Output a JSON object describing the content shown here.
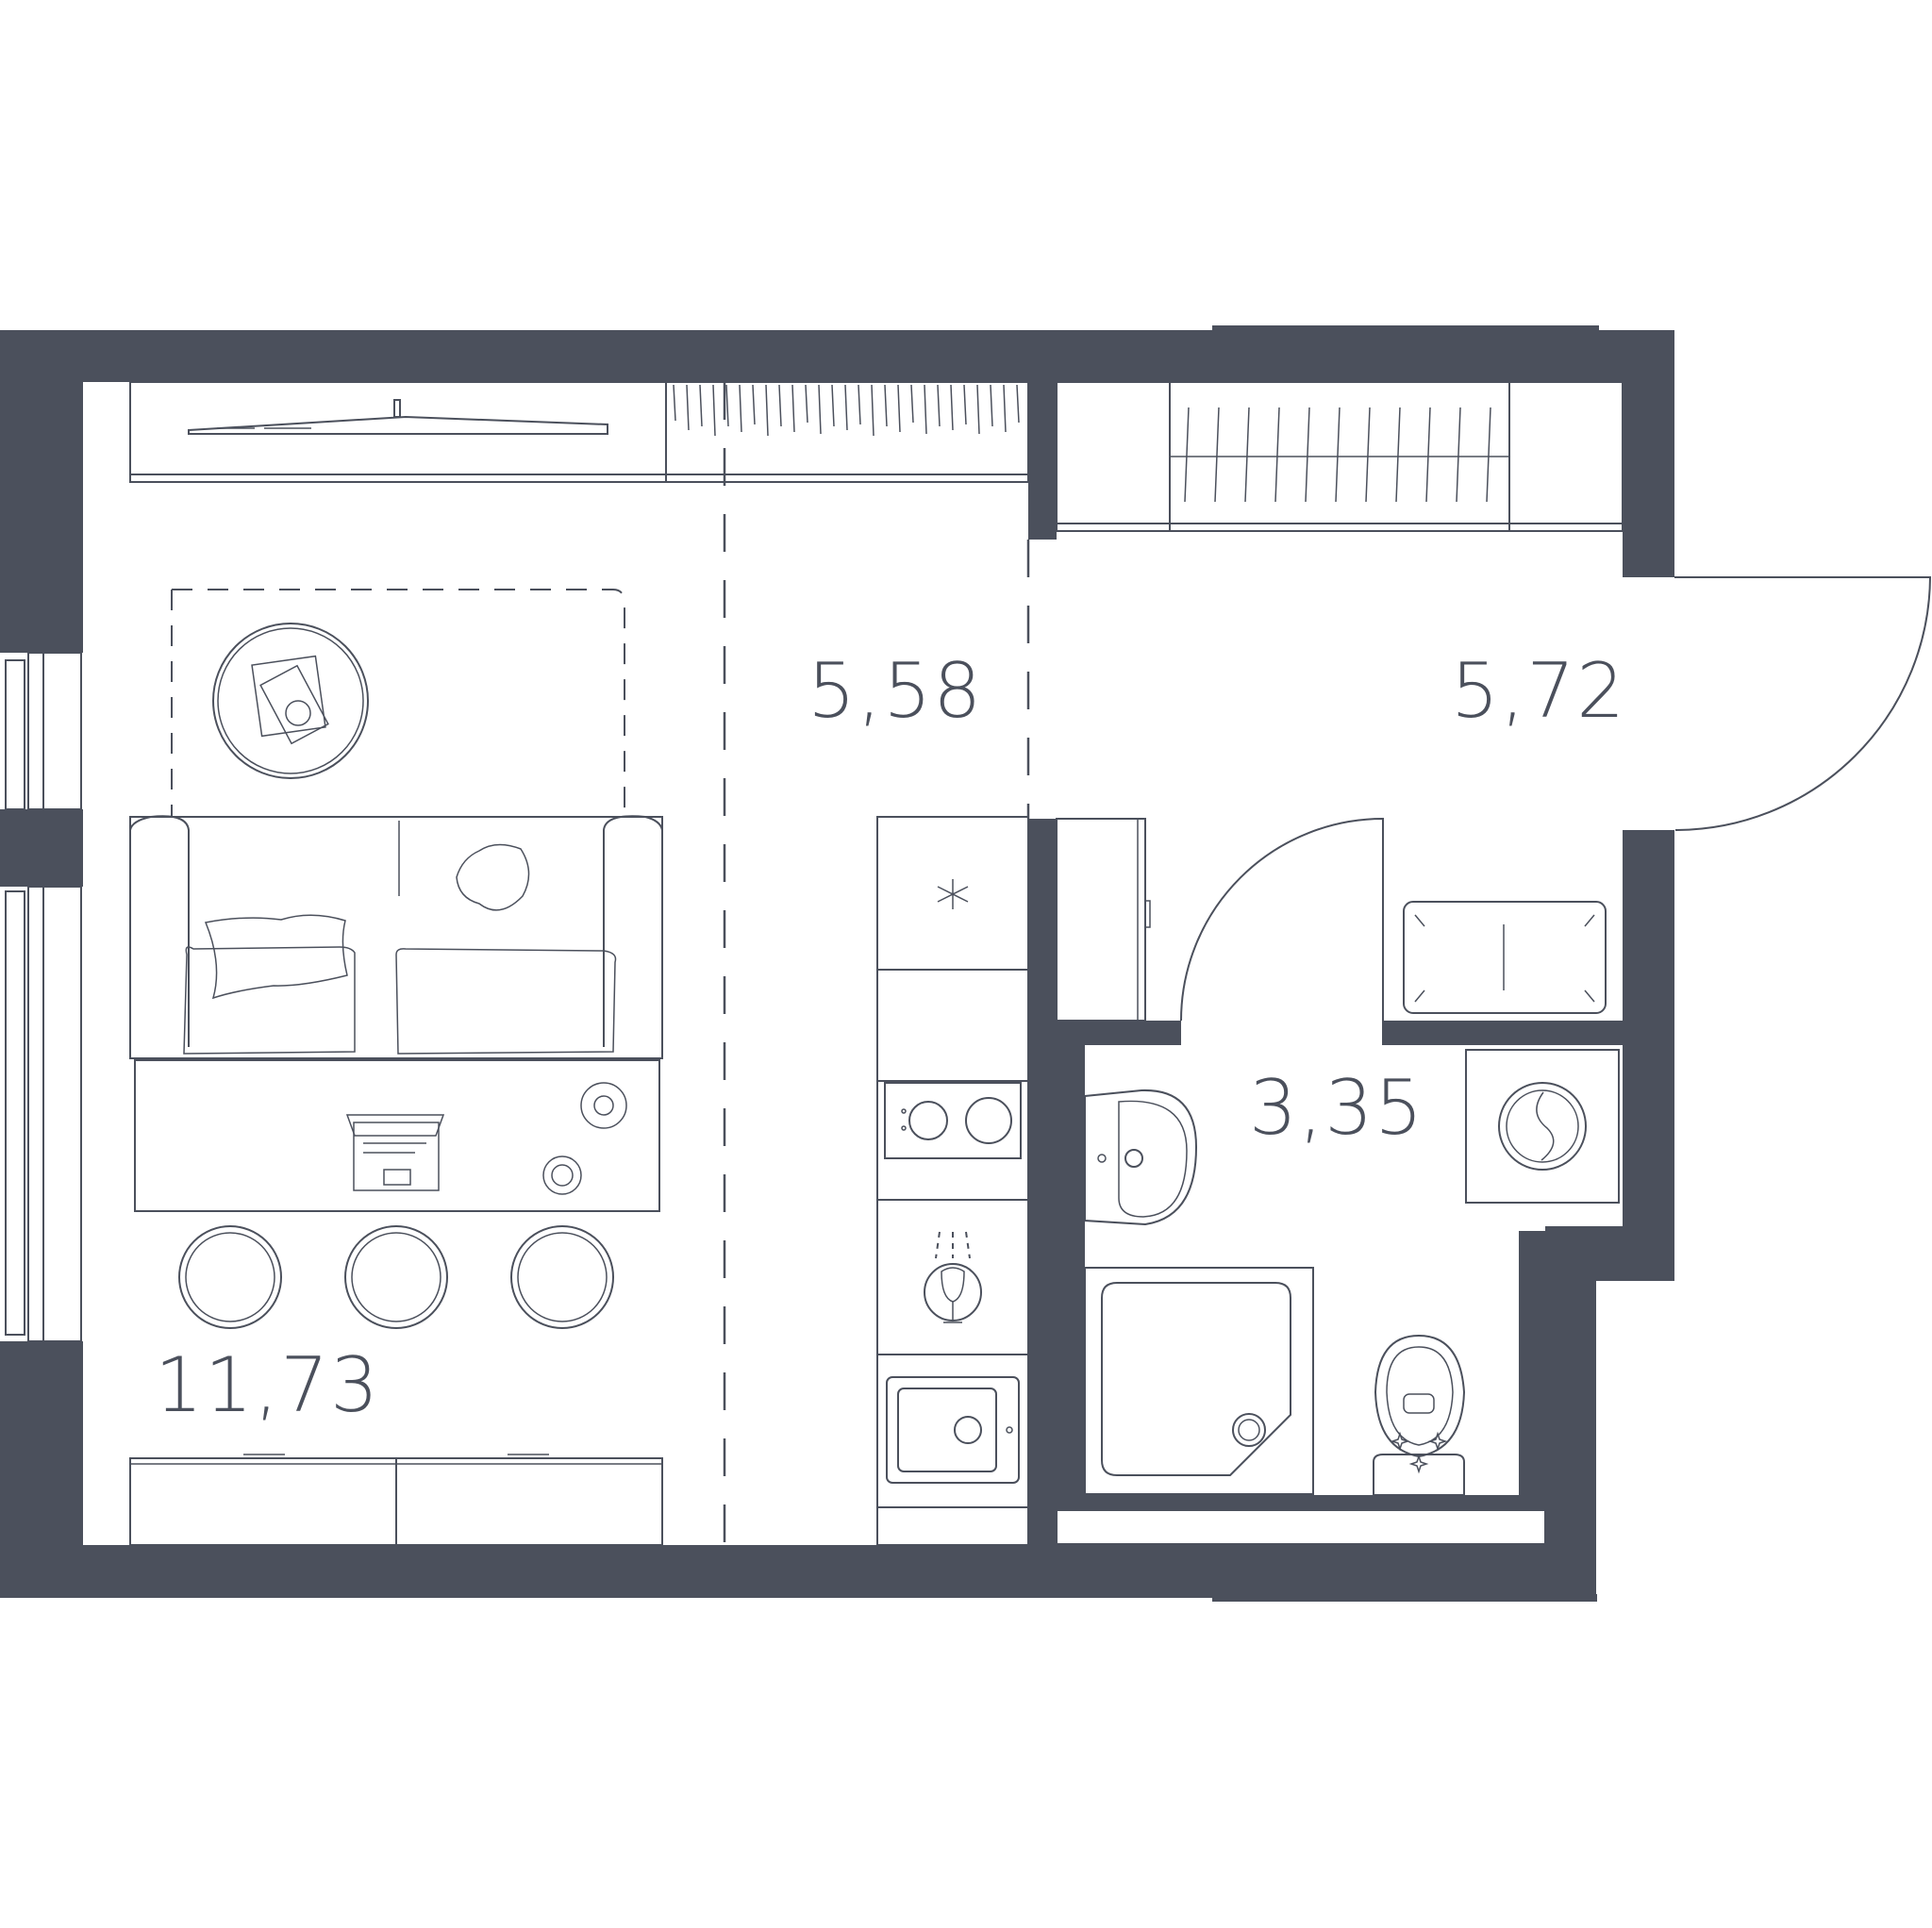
{
  "plan": {
    "colors": {
      "wall": "#4b505c",
      "background": "#ffffff"
    },
    "rooms": [
      {
        "id": "living",
        "area": "11,73"
      },
      {
        "id": "kitchen",
        "area": "5,58"
      },
      {
        "id": "hall",
        "area": "5,72"
      },
      {
        "id": "bathroom",
        "area": "3,35"
      }
    ]
  }
}
